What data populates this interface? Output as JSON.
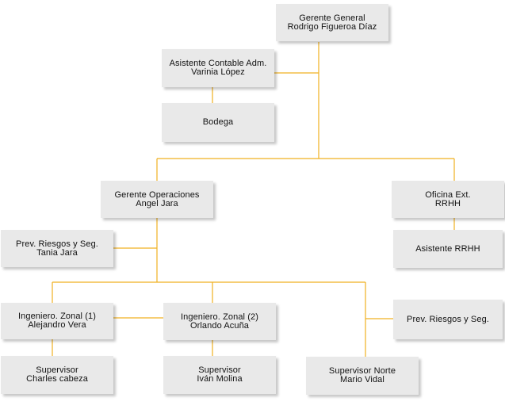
{
  "colors": {
    "connector": "#f0b020",
    "box": "#e9e9e9",
    "text": "#111111"
  },
  "nodes": {
    "gerente_general": {
      "role": "Gerente General",
      "name": "Rodrigo Figueroa Díaz"
    },
    "asistente_contable": {
      "role": "Asistente Contable Adm.",
      "name": "Varinia López"
    },
    "bodega": {
      "role": "Bodega"
    },
    "gerente_operaciones": {
      "role": "Gerente Operaciones",
      "name": "Angel Jara"
    },
    "oficina_ext": {
      "role": "Oficina Ext.",
      "name": "RRHH"
    },
    "asistente_rrhh": {
      "role": "Asistente RRHH"
    },
    "prev_riesgos_1": {
      "role": "Prev. Riesgos y Seg.",
      "name": "Tania Jara"
    },
    "ingeniero_zonal_1": {
      "role": "Ingeniero. Zonal (1)",
      "name": "Alejandro Vera"
    },
    "ingeniero_zonal_2": {
      "role": "Ingeniero. Zonal (2)",
      "name": "Orlando Acuña"
    },
    "prev_riesgos_2": {
      "role": "Prev. Riesgos y Seg."
    },
    "supervisor_charles": {
      "role": "Supervisor",
      "name": "Charles cabeza"
    },
    "supervisor_ivan": {
      "role": "Supervisor",
      "name": "Iván Molina"
    },
    "supervisor_norte": {
      "role": "Supervisor  Norte",
      "name": "Mario Vidal"
    }
  }
}
